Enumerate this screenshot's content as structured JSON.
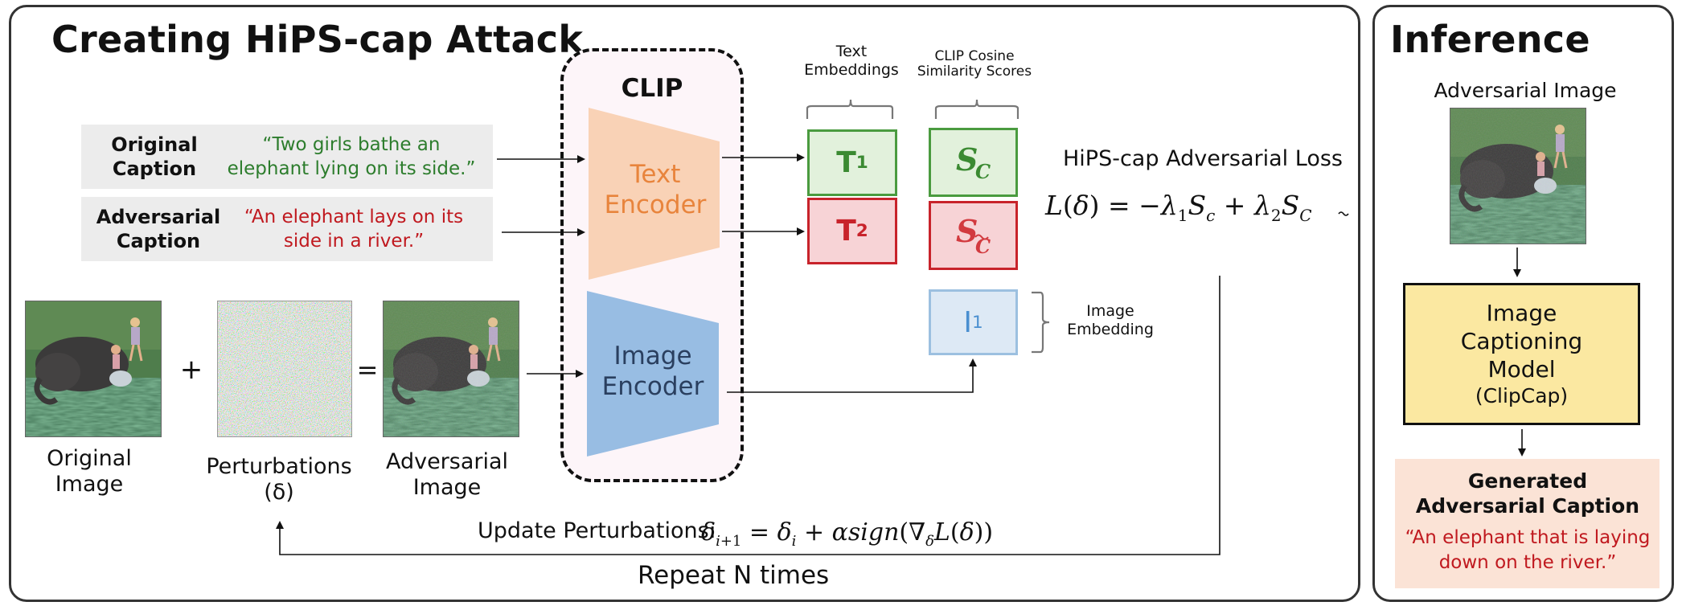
{
  "left_panel": {
    "title": "Creating HiPS-cap Attack",
    "clip_label": "CLIP",
    "original_caption": {
      "label": "Original Caption",
      "text": "“Two girls bathe an elephant lying on its side.”"
    },
    "adversarial_caption": {
      "label": "Adversarial Caption",
      "text": "“An elephant lays on its side in a river.”"
    },
    "text_encoder": "Text Encoder",
    "image_encoder": "Image Encoder",
    "text_embeddings_label": "Text Embeddings",
    "scores_label": "CLIP Cosine Similarity Scores",
    "t1": {
      "letter": "T",
      "sub": "1"
    },
    "t2": {
      "letter": "T",
      "sub": "2"
    },
    "i1": {
      "letter": "I",
      "sub": "1"
    },
    "image_embedding_label": "Image Embedding",
    "loss_title": "HiPS-cap Adversarial Loss",
    "plus": "+",
    "equals": "=",
    "original_image_label": "Original Image",
    "perturbations_label": "Perturbations (δ)",
    "adversarial_image_label": "Adversarial Image",
    "update_label": "Update Perturbations:",
    "repeat_label": "Repeat N times"
  },
  "right_panel": {
    "title": "Inference",
    "adversarial_image_label": "Adversarial Image",
    "model_label": "Image Captioning Model",
    "model_name": "(ClipCap)",
    "generated_label": "Generated Adversarial Caption",
    "generated_text": "“An elephant that is laying down on the river.”"
  },
  "colors": {
    "text_encoder": "#f9d2b6",
    "text_encoder_font": "#e8843c",
    "image_encoder": "#98bde3",
    "image_encoder_font": "#2a3f5f",
    "t1_fill": "#e2f1dc",
    "t1_border": "#4a9b3f",
    "t2_fill": "#f7d3d6",
    "t2_border": "#c8232b",
    "i1_fill": "#dde9f5",
    "i1_border": "#9cc0e0",
    "clip_bg": "#fdf5f9",
    "model_fill": "#fbe8a1",
    "generated_fill": "#fbe3d6"
  }
}
